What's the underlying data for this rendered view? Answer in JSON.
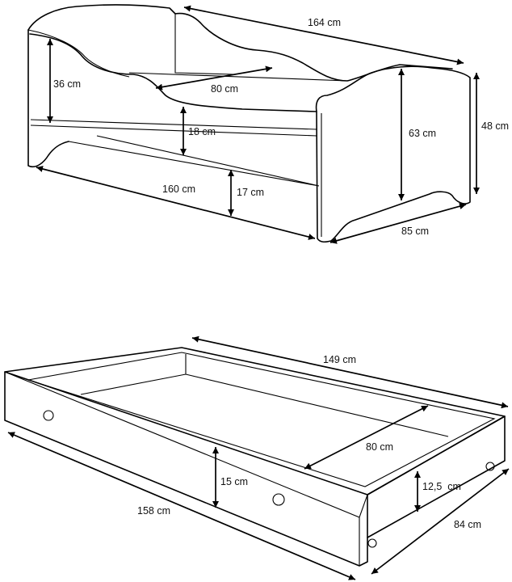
{
  "bed": {
    "dims": {
      "total_length": "164 cm",
      "inner_width": "80 cm",
      "side_height": "36 cm",
      "panel_height": "18 cm",
      "head_height": "63 cm",
      "total_height": "48 cm",
      "inner_length": "160 cm",
      "clearance": "17 cm",
      "total_width": "85 cm"
    }
  },
  "drawer": {
    "dims": {
      "length_back": "149 cm",
      "width_inner": "80 cm",
      "height_front": "15 cm",
      "height_side": "12,5  cm",
      "length_front": "158 cm",
      "width_outer": "84 cm"
    }
  }
}
